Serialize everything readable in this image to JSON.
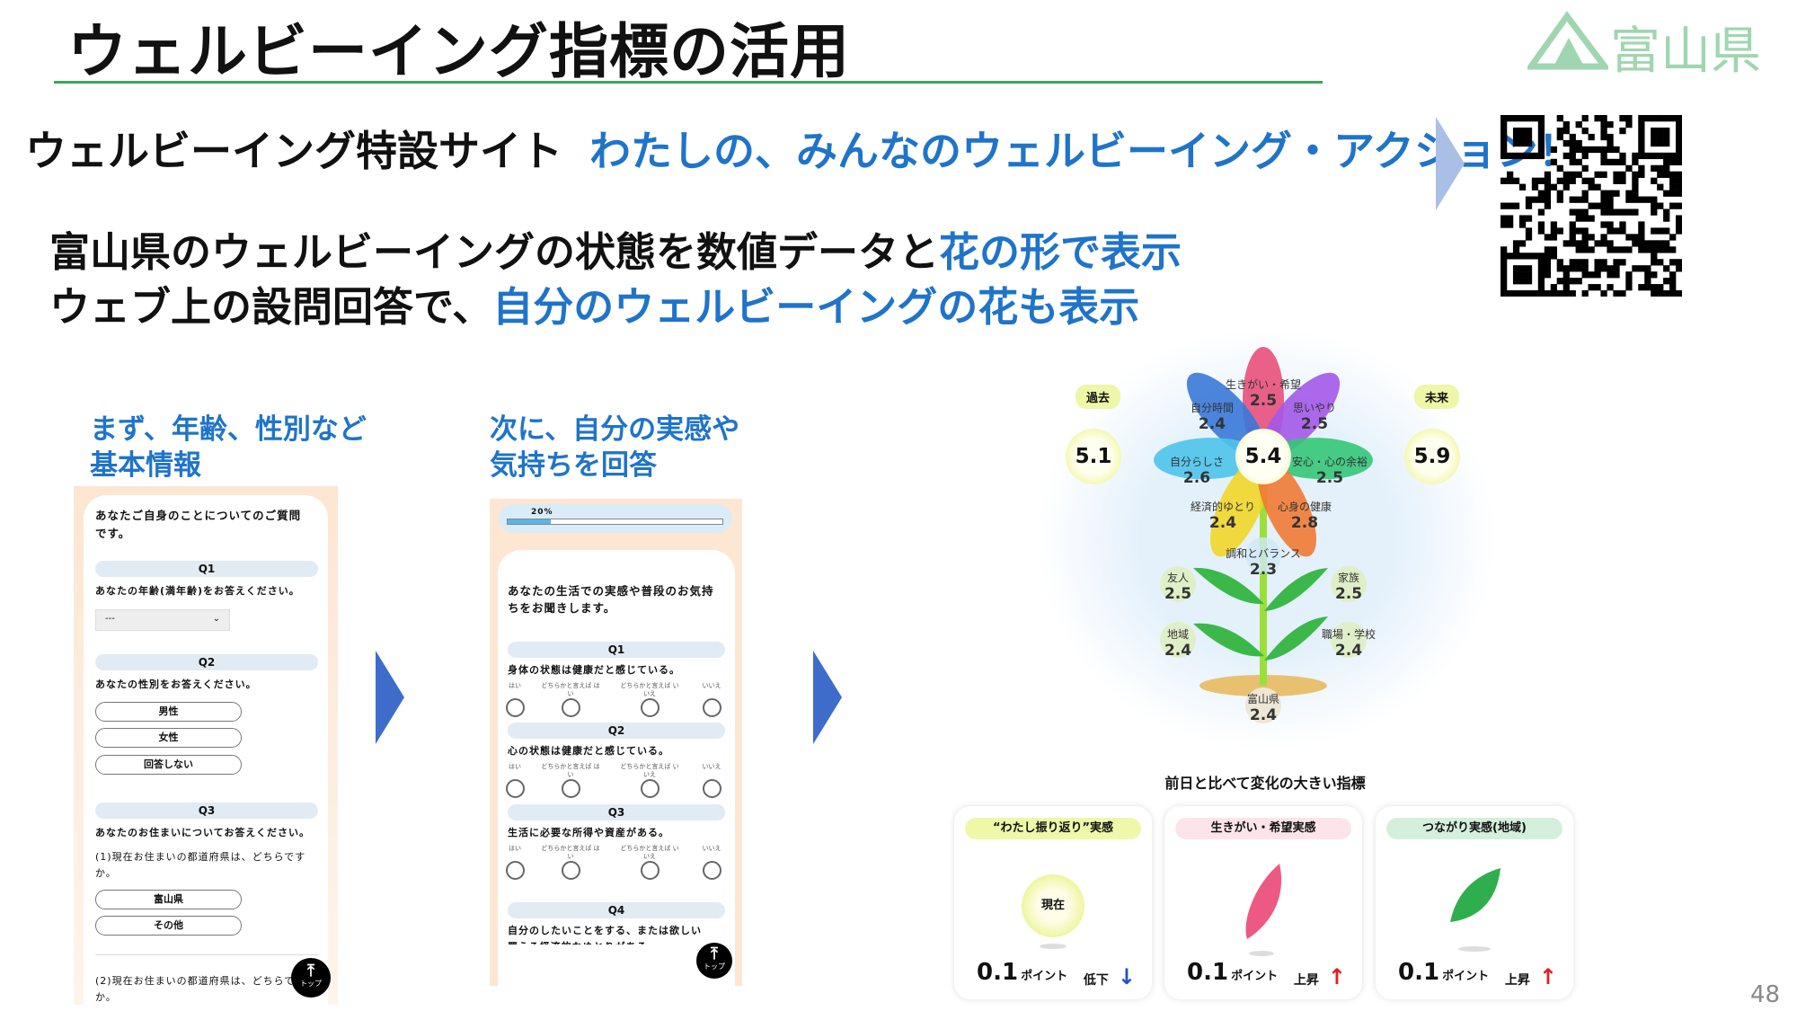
{
  "header": {
    "title": "ウェルビーイング指標の活用",
    "logo_text": "富山県",
    "page_number": "48"
  },
  "site": {
    "label": "ウェルビーイング特設サイト",
    "name": "わたしの、みんなのウェルビーイング・アクション！"
  },
  "lines": [
    {
      "black": "富山県のウェルビーイングの状態を数値データと",
      "blue": "花の形で表示"
    },
    {
      "black": "ウェブ上の設問回答で、",
      "blue": "自分のウェルビーイングの花も表示"
    }
  ],
  "step1": {
    "caption1": "まず、年齢、性別など",
    "caption2": "基本情報",
    "heading1": "あなたご自身のことについてのご質問",
    "heading2": "です。",
    "q1": "Q1",
    "q1_text": "あなたの年齢(満年齢)をお答えください。",
    "select_value": "---",
    "q2": "Q2",
    "q2_text": "あなたの性別をお答えください。",
    "gender_options": [
      "男性",
      "女性",
      "回答しない"
    ],
    "q3": "Q3",
    "q3_text": "あなたのお住まいについてお答えください。",
    "q3_sub1a": "(1)現在お住まいの都道府県は、どちらです",
    "q3_sub1b": "か。",
    "pref_options": [
      "富山県",
      "その他"
    ],
    "q3_sub2a": "(2)現在お住まいの都道府県は、どちらで",
    "q3_sub2b": "か。",
    "top_label": "トップ"
  },
  "step2": {
    "caption1": "次に、自分の実感や",
    "caption2": "気持ちを回答",
    "progress_label": "20%",
    "progress": 20,
    "heading1": "あなたの生活での実感や普段のお気持",
    "heading2": "ちをお聞きします。",
    "scale": [
      "はい",
      "どちらかと言えば はい",
      "どちらかと言えば いいえ",
      "いいえ"
    ],
    "questions": [
      {
        "q": "Q1",
        "text": "身体の状態は健康だと感じている。"
      },
      {
        "q": "Q2",
        "text": "心の状態は健康だと感じている。"
      },
      {
        "q": "Q3",
        "text": "生活に必要な所得や資産がある。"
      },
      {
        "q": "Q4",
        "text": "自分のしたいことをする、または欲しい",
        "text2": "買える経済的なゆとりがある。"
      }
    ],
    "top_label": "トップ"
  },
  "flower": {
    "past_label": "過去",
    "past_value": "5.1",
    "future_label": "未来",
    "future_value": "5.9",
    "center_value": "5.4",
    "petals": [
      {
        "label": "生きがい・希望",
        "value": "2.5",
        "color": "#e8507a"
      },
      {
        "label": "自分時間",
        "value": "2.4",
        "color": "#3a78d8"
      },
      {
        "label": "思いやり",
        "value": "2.5",
        "color": "#a458e8"
      },
      {
        "label": "自分らしさ",
        "value": "2.6",
        "color": "#4cc4ea"
      },
      {
        "label": "安心・心の余裕",
        "value": "2.5",
        "color": "#34c678"
      },
      {
        "label": "経済的ゆとり",
        "value": "2.4",
        "color": "#f0d628"
      },
      {
        "label": "心身の健康",
        "value": "2.8",
        "color": "#f07a34"
      }
    ],
    "harmony": {
      "label": "調和とバランス",
      "value": "2.3"
    },
    "leaves": [
      {
        "label": "友人",
        "value": "2.5"
      },
      {
        "label": "家族",
        "value": "2.5"
      },
      {
        "label": "地域",
        "value": "2.4"
      },
      {
        "label": "職場・学校",
        "value": "2.4"
      }
    ],
    "ground": {
      "label": "富山県",
      "value": "2.4"
    }
  },
  "changes": {
    "title": "前日と比べて変化の大きい指標",
    "cards": [
      {
        "label": "“わたし振り返り”実感",
        "center": "現在",
        "value": "0.1",
        "unit": "ポイント",
        "direction": "低下",
        "arrow": "↓",
        "arrow_color": "#2050d0"
      },
      {
        "label": "生きがい・希望実感",
        "value": "0.1",
        "unit": "ポイント",
        "direction": "上昇",
        "arrow": "↑",
        "arrow_color": "#e02020"
      },
      {
        "label": "つながり実感(地域)",
        "value": "0.1",
        "unit": "ポイント",
        "direction": "上昇",
        "arrow": "↑",
        "arrow_color": "#e02020"
      }
    ]
  }
}
